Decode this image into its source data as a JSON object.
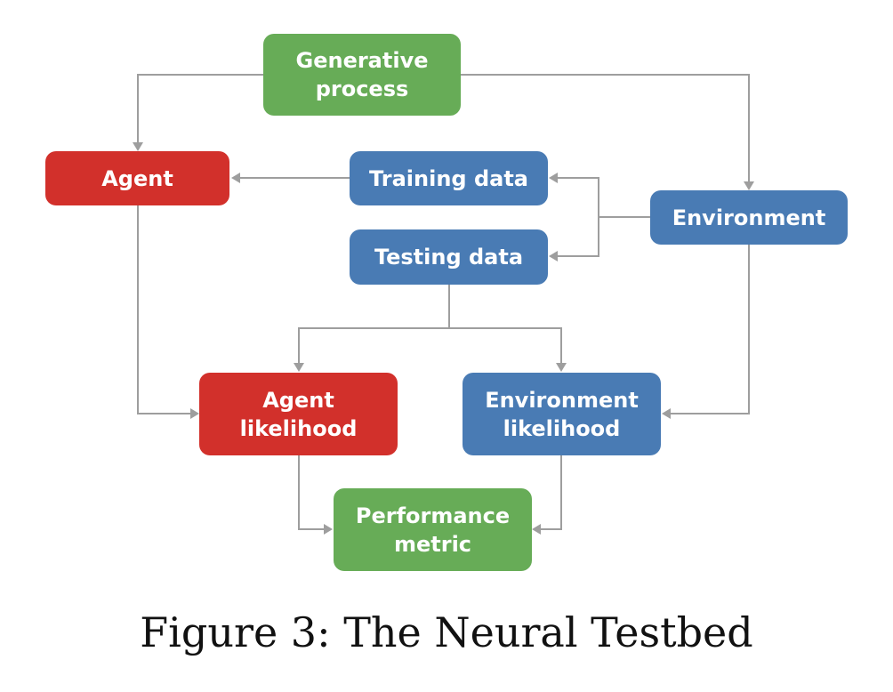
{
  "diagram": {
    "nodes": {
      "generative_process": {
        "lines": [
          "Generative",
          "process"
        ],
        "color": "#67ac57"
      },
      "agent": {
        "lines": [
          "Agent"
        ],
        "color": "#d2302b"
      },
      "training_data": {
        "lines": [
          "Training data"
        ],
        "color": "#497bb4"
      },
      "testing_data": {
        "lines": [
          "Testing data"
        ],
        "color": "#497bb4"
      },
      "environment": {
        "lines": [
          "Environment"
        ],
        "color": "#497bb4"
      },
      "agent_likelihood": {
        "lines": [
          "Agent",
          "likelihood"
        ],
        "color": "#d2302b"
      },
      "environment_likelihood": {
        "lines": [
          "Environment",
          "likelihood"
        ],
        "color": "#497bb4"
      },
      "performance_metric": {
        "lines": [
          "Performance",
          "metric"
        ],
        "color": "#67ac57"
      }
    },
    "edges": [
      {
        "from": "Generative process",
        "to": "Agent"
      },
      {
        "from": "Generative process",
        "to": "Environment"
      },
      {
        "from": "Training data",
        "to": "Agent"
      },
      {
        "from": "Environment",
        "to": "Training data"
      },
      {
        "from": "Environment",
        "to": "Testing data"
      },
      {
        "from": "Testing data",
        "to": "Agent likelihood"
      },
      {
        "from": "Testing data",
        "to": "Environment likelihood"
      },
      {
        "from": "Agent",
        "to": "Agent likelihood"
      },
      {
        "from": "Environment",
        "to": "Environment likelihood"
      },
      {
        "from": "Agent likelihood",
        "to": "Performance metric"
      },
      {
        "from": "Environment likelihood",
        "to": "Performance metric"
      }
    ],
    "edge_color": "#9e9e9e"
  },
  "caption": "Figure 3: The Neural Testbed"
}
